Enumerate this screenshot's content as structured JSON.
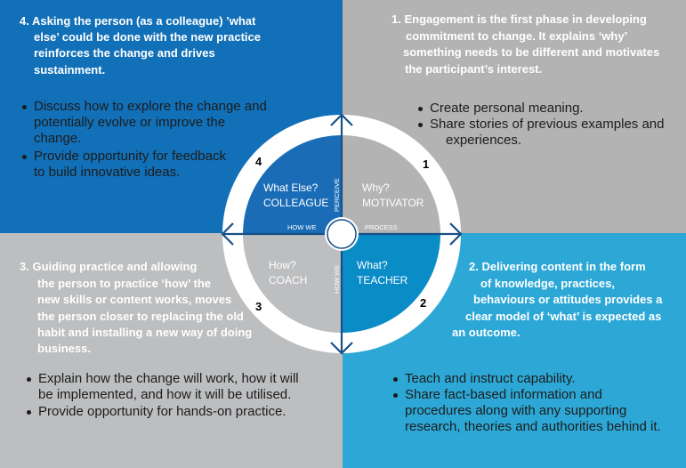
{
  "colors": {
    "q4_bg": "#1270b8",
    "q1_bg": "#b3b3b3",
    "q3_bg": "#bdbec0",
    "q2_bg": "#2da8d6",
    "arrow": "#174f88",
    "inner_q4": "#1a6cb6",
    "inner_q2": "#0a8cc6"
  },
  "quadrants": {
    "q4": {
      "heading": [
        "4. Asking the person (as a colleague) ’what",
        "else’ could be done with the new practice",
        "reinforces the change and drives",
        "sustainment."
      ],
      "bullets": [
        [
          "Discuss how to explore the change and",
          "potentially evolve or improve the",
          "change."
        ],
        [
          "Provide opportunity for feedback",
          "to build innovative ideas."
        ]
      ]
    },
    "q1": {
      "heading": [
        "1. Engagement is the first phase in developing",
        "commitment to change.  It explains ‘why’",
        "something needs to be different and motivates",
        "the participant’s  interest."
      ],
      "bullets": [
        [
          "Create personal meaning."
        ],
        [
          "Share stories of previous examples and",
          "experiences."
        ]
      ]
    },
    "q2": {
      "heading": [
        "2. Delivering content in the form",
        "of knowledge, practices,",
        "behaviours or attitudes provides a",
        "clear model of ‘what’ is expected as",
        "an outcome."
      ],
      "bullets": [
        [
          "Teach and instruct capability."
        ],
        [
          "Share fact-based information and",
          "procedures along with any supporting",
          "research, theories and authorities behind it."
        ]
      ]
    },
    "q3": {
      "heading": [
        "3. Guiding practice and allowing",
        "the person to practice ‘how’ the",
        "new skills or content works, moves",
        "the person closer to replacing the old",
        "habit and installing a new way of doing",
        "business."
      ],
      "bullets": [
        [
          "Explain how the change will work, how it will",
          "be implemented, and how it will be utilised."
        ],
        [
          "Provide opportunity for hands-on practice."
        ]
      ]
    }
  },
  "wheel": {
    "q4": {
      "question": "What Else?",
      "role": "COLLEAGUE",
      "number": "4"
    },
    "q1": {
      "question": "Why?",
      "role": "MOTIVATOR",
      "number": "1"
    },
    "q3": {
      "question": "How?",
      "role": "COACH",
      "number": "3"
    },
    "q2": {
      "question": "What?",
      "role": "TEACHER",
      "number": "2"
    },
    "axis_labels": {
      "top": "PERCEIVE",
      "left": "HOW WE",
      "right": "PROCESS",
      "bottom": "HOW WE"
    }
  }
}
